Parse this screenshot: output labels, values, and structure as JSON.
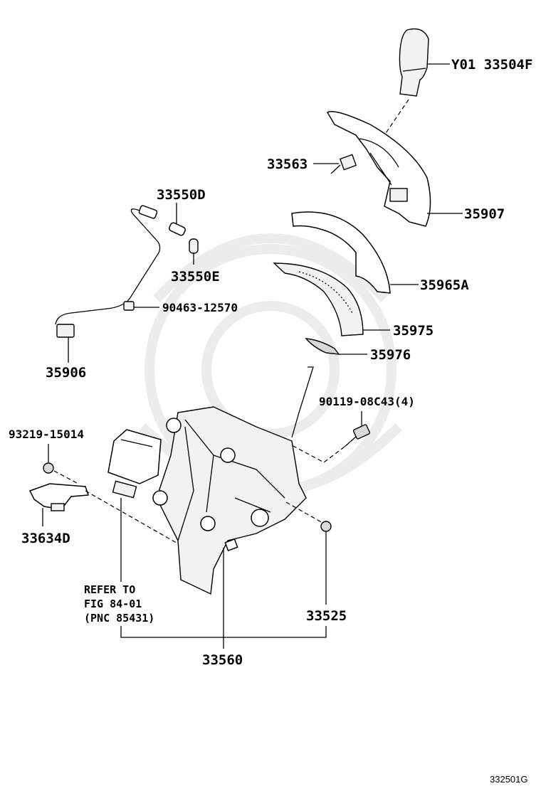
{
  "labels": {
    "shift_knob": "Y01 33504F",
    "bezel_cover": "35907",
    "pin_33563": "33563",
    "plate_35965a": "35965A",
    "indicator_35975": "35975",
    "plate_35976": "35976",
    "bulb_33550d": "33550D",
    "bulb_33550e": "33550E",
    "clip_90463": "90463-12570",
    "wire_35906": "35906",
    "bolt_90119": "90119-08C43(4)",
    "nut_93219": "93219-15014",
    "bracket_33634d": "33634D",
    "nut_33525": "33525",
    "lever_assy_33560": "33560"
  },
  "reference_note": {
    "line1": "REFER TO",
    "line2": "FIG 84-01",
    "line3": "(PNC 85431)"
  },
  "figure_code": "332501G"
}
